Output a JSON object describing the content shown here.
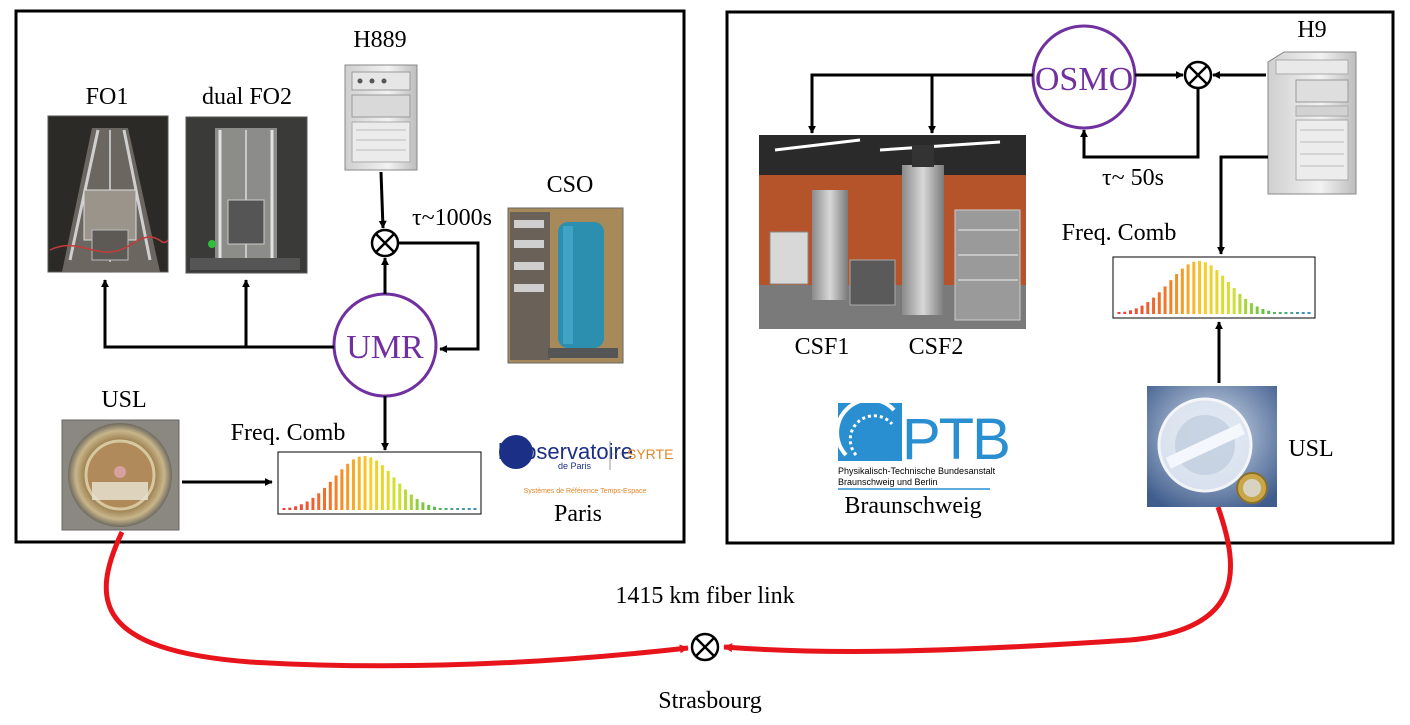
{
  "paris": {
    "h889": "H889",
    "fo1": "FO1",
    "fo2": "dual FO2",
    "cso": "CSO",
    "tau": "τ~1000s",
    "umr": "UMR",
    "usl": "USL",
    "comb": "Freq. Comb",
    "city": "Paris",
    "logo_obs_line1": "l'Observatoire",
    "logo_obs_line2": "de Paris",
    "logo_syrte": "SYRTE",
    "logo_obs_tagline": "Systèmes de Référence Temps-Espace"
  },
  "braunschweig": {
    "h9": "H9",
    "osmo": "OSMO",
    "tau": "τ~ 50s",
    "comb": "Freq. Comb",
    "csf1": "CSF1",
    "csf2": "CSF2",
    "usl": "USL",
    "city": "Braunschweig",
    "logo_ptb": "PTB",
    "logo_ptb_line1": "Physikalisch-Technische Bundesanstalt",
    "logo_ptb_line2": "Braunschweig und Berlin"
  },
  "link": {
    "label": "1415 km fiber link",
    "city": "Strasbourg"
  },
  "colors": {
    "fiber": "#e8141b",
    "node": "#7030a0"
  }
}
